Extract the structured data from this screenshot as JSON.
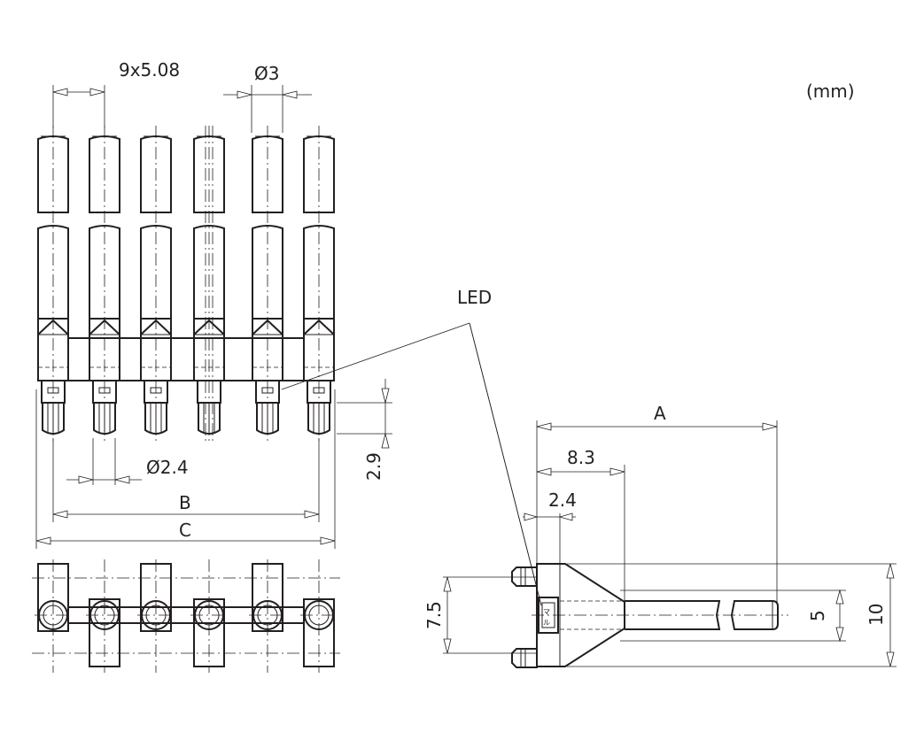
{
  "units": "(mm)",
  "callout": "LED",
  "dimensions": {
    "pitch": "9x5.08",
    "pin_diameter": "Ø3",
    "led_diameter": "Ø2.4",
    "led_height": "2.9",
    "width_b": "B",
    "width_c": "C",
    "length_a": "A",
    "offset_83": "8.3",
    "offset_24": "2.4",
    "height_75": "7.5",
    "height_5": "5",
    "height_10": "10"
  },
  "colors": {
    "line": "#231f20",
    "background": "#ffffff"
  }
}
